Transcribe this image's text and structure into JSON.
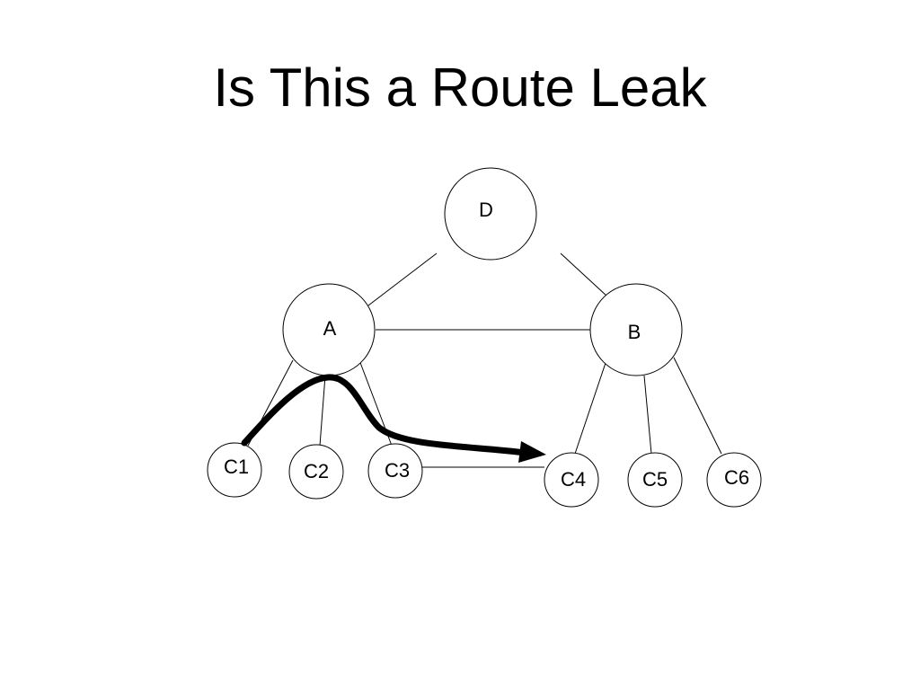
{
  "slide": {
    "title": "Is This a Route Leak"
  },
  "diagram": {
    "nodes": [
      {
        "id": "D",
        "label": "D"
      },
      {
        "id": "A",
        "label": "A"
      },
      {
        "id": "B",
        "label": "B"
      },
      {
        "id": "C1",
        "label": "C1"
      },
      {
        "id": "C2",
        "label": "C2"
      },
      {
        "id": "C3",
        "label": "C3"
      },
      {
        "id": "C4",
        "label": "C4"
      },
      {
        "id": "C5",
        "label": "C5"
      },
      {
        "id": "C6",
        "label": "C6"
      }
    ],
    "links": [
      {
        "from": "D",
        "to": "A"
      },
      {
        "from": "D",
        "to": "B"
      },
      {
        "from": "A",
        "to": "B"
      },
      {
        "from": "A",
        "to": "C1"
      },
      {
        "from": "A",
        "to": "C2"
      },
      {
        "from": "A",
        "to": "C3"
      },
      {
        "from": "B",
        "to": "C4"
      },
      {
        "from": "B",
        "to": "C5"
      },
      {
        "from": "B",
        "to": "C6"
      },
      {
        "from": "C3",
        "to": "C4"
      }
    ],
    "leak_path": {
      "from": "C1",
      "via": "A",
      "to": "C4",
      "color": "#000000"
    }
  }
}
